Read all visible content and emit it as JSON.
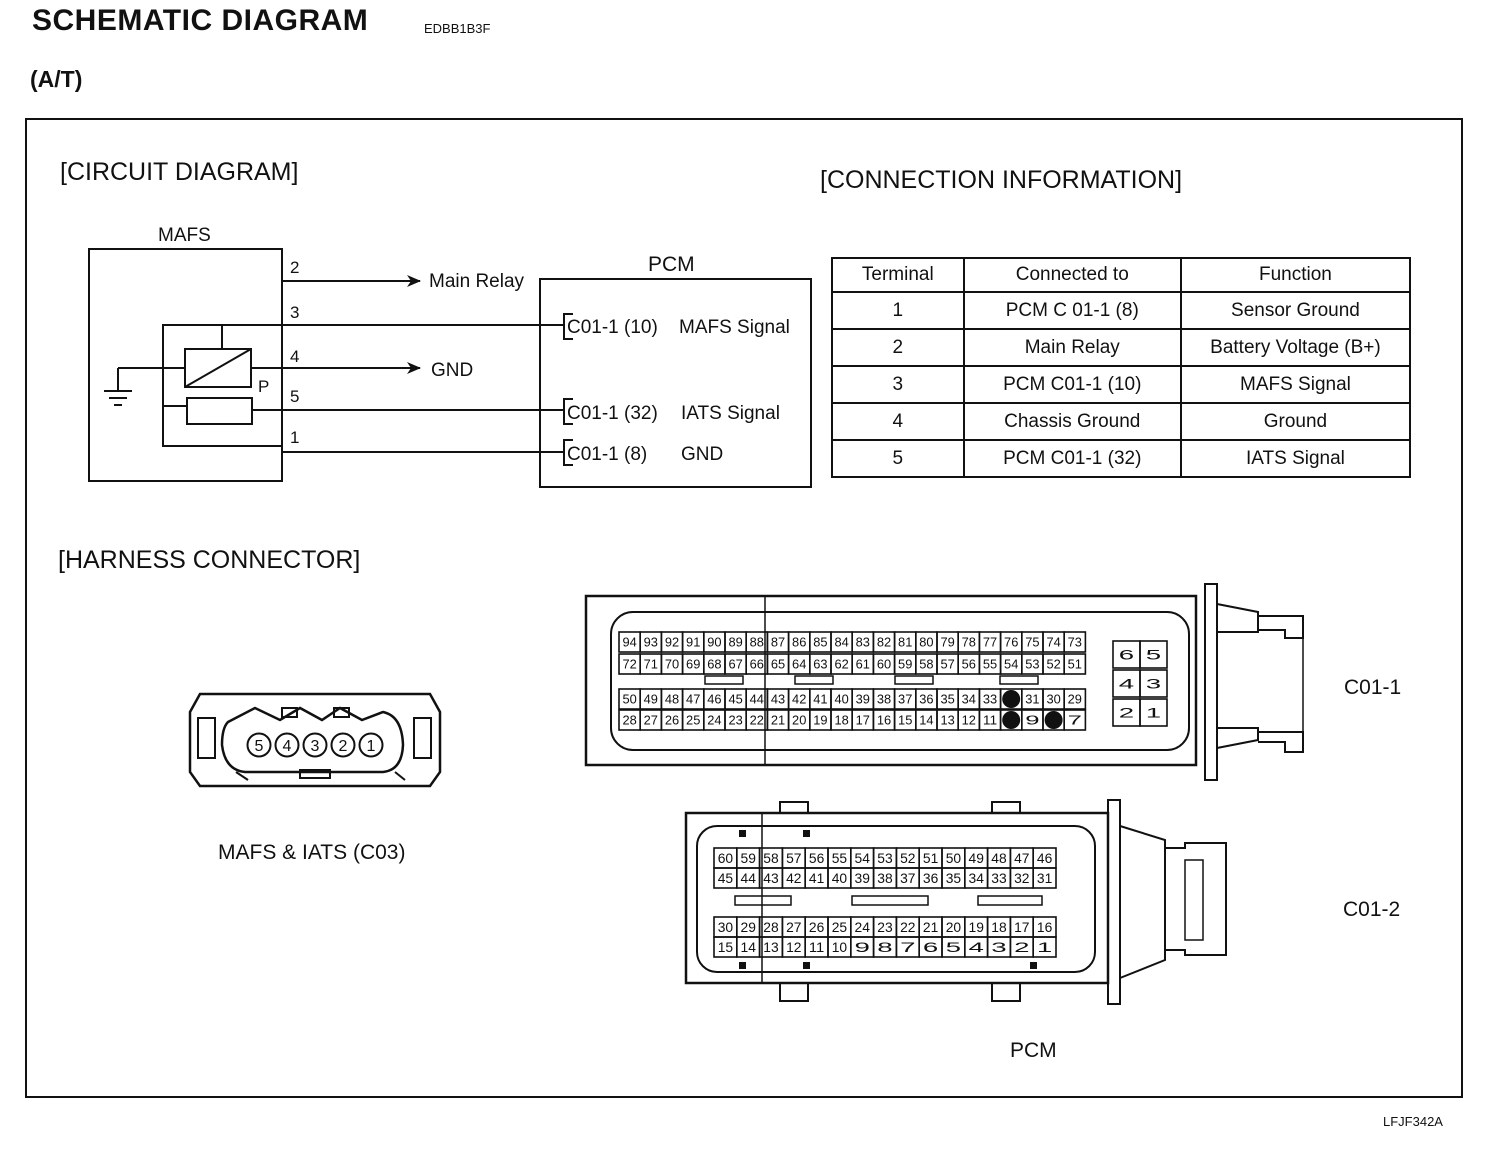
{
  "header": {
    "title": "SCHEMATIC  DIAGRAM",
    "code": "EDBB1B3F",
    "variant": "(A/T)"
  },
  "footer": {
    "figure_code": "LFJF342A"
  },
  "circuit": {
    "title": "[CIRCUIT DIAGRAM]",
    "mafs_label": "MAFS",
    "pcm_label": "PCM",
    "pressure_label": "P",
    "pins": [
      "2",
      "3",
      "4",
      "5",
      "1"
    ],
    "main_relay": "Main Relay",
    "gnd": "GND",
    "pcm_terms": [
      {
        "pin": "C01-1 (10)",
        "signal": "MAFS Signal"
      },
      {
        "pin": "C01-1 (32)",
        "signal": "IATS Signal"
      },
      {
        "pin": "C01-1 (8)",
        "signal": "GND"
      }
    ]
  },
  "connection": {
    "title": "[CONNECTION INFORMATION]",
    "headers": [
      "Terminal",
      "Connected to",
      "Function"
    ],
    "rows": [
      [
        "1",
        "PCM C 01-1 (8)",
        "Sensor Ground"
      ],
      [
        "2",
        "Main Relay",
        "Battery Voltage (B+)"
      ],
      [
        "3",
        "PCM C01-1 (10)",
        "MAFS Signal"
      ],
      [
        "4",
        "Chassis Ground",
        "Ground"
      ],
      [
        "5",
        "PCM C01-1 (32)",
        "IATS Signal"
      ]
    ]
  },
  "harness": {
    "title": "[HARNESS CONNECTOR]",
    "mafs_caption": "MAFS & IATS (C03)",
    "mafs_pins": [
      "5",
      "4",
      "3",
      "2",
      "1"
    ],
    "c011_label": "C01-1",
    "c012_label": "C01-2",
    "pcm_label": "PCM",
    "c011_rows": [
      [
        "94",
        "93",
        "92",
        "91",
        "90",
        "89",
        "88",
        "87",
        "86",
        "85",
        "84",
        "83",
        "82",
        "81",
        "80",
        "79",
        "78",
        "77",
        "76",
        "75",
        "74",
        "73"
      ],
      [
        "72",
        "71",
        "70",
        "69",
        "68",
        "67",
        "66",
        "65",
        "64",
        "63",
        "62",
        "61",
        "60",
        "59",
        "58",
        "57",
        "56",
        "55",
        "54",
        "53",
        "52",
        "51"
      ],
      [
        "50",
        "49",
        "48",
        "47",
        "46",
        "45",
        "44",
        "43",
        "42",
        "41",
        "40",
        "39",
        "38",
        "37",
        "36",
        "35",
        "34",
        "33",
        "●",
        "31",
        "30",
        "29"
      ],
      [
        "28",
        "27",
        "26",
        "25",
        "24",
        "23",
        "22",
        "21",
        "20",
        "19",
        "18",
        "17",
        "16",
        "15",
        "14",
        "13",
        "12",
        "11",
        "●",
        "9",
        "●",
        "7"
      ]
    ],
    "c011_side": [
      [
        "6",
        "5"
      ],
      [
        "4",
        "3"
      ],
      [
        "2",
        "1"
      ]
    ],
    "c012_rows": [
      [
        "60",
        "59",
        "58",
        "57",
        "56",
        "55",
        "54",
        "53",
        "52",
        "51",
        "50",
        "49",
        "48",
        "47",
        "46"
      ],
      [
        "45",
        "44",
        "43",
        "42",
        "41",
        "40",
        "39",
        "38",
        "37",
        "36",
        "35",
        "34",
        "33",
        "32",
        "31"
      ],
      [
        "30",
        "29",
        "28",
        "27",
        "26",
        "25",
        "24",
        "23",
        "22",
        "21",
        "20",
        "19",
        "18",
        "17",
        "16"
      ],
      [
        "15",
        "14",
        "13",
        "12",
        "11",
        "10",
        "9",
        "8",
        "7",
        "6",
        "5",
        "4",
        "3",
        "2",
        "1"
      ]
    ]
  }
}
